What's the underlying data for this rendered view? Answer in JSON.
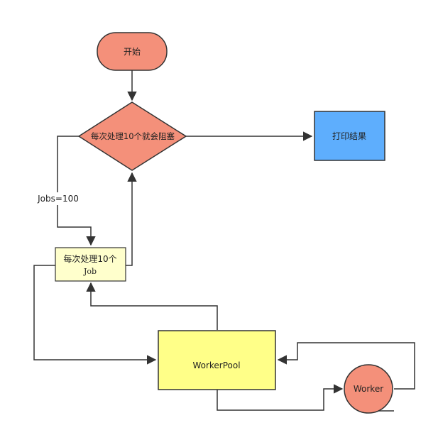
{
  "nodes": {
    "start": {
      "label": "开始",
      "fill": "#f4907a"
    },
    "decision": {
      "label": "每次处理10个就会阻塞",
      "fill": "#f4907a"
    },
    "print_result": {
      "label": "打印结果",
      "fill": "#5eaefd"
    },
    "batch": {
      "label_line1": "每次处理10个",
      "label_line2": "Job",
      "fill": "#ffffcc"
    },
    "workerpool": {
      "label": "WorkerPool",
      "fill": "#ffff88"
    },
    "worker": {
      "label": "Worker",
      "fill": "#f4907a"
    }
  },
  "edges": {
    "jobs_label": "Jobs=100"
  },
  "colors": {
    "stroke": "#333333",
    "line": "#333333"
  }
}
